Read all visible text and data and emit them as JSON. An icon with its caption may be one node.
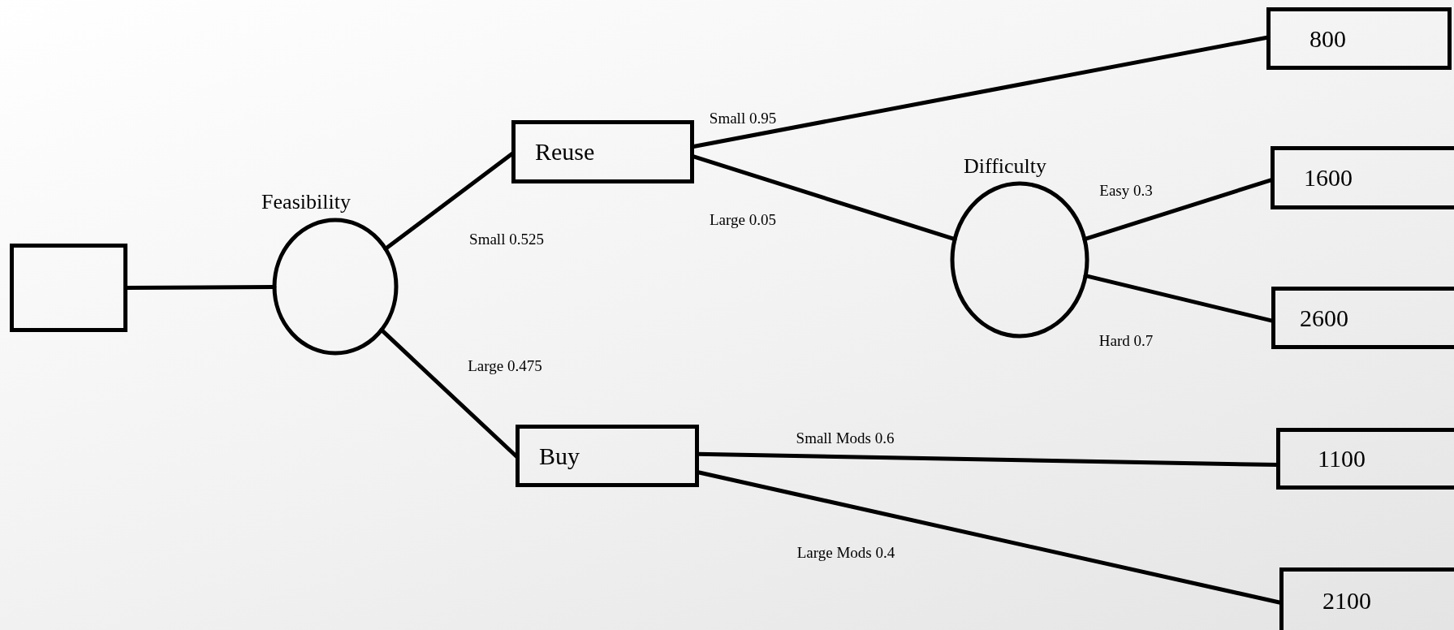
{
  "diagram": {
    "nodes": [
      {
        "text": [],
        "shape": "box"
      },
      {
        "text": [
          "Feasibility"
        ]
      },
      {
        "text": [
          "Reuse"
        ]
      },
      {
        "text": [
          "800"
        ]
      },
      {
        "text": [
          "Difficulty"
        ]
      },
      {
        "text": [
          "1600"
        ]
      },
      {
        "text": [
          "2600"
        ]
      },
      {
        "text": [
          "Buy"
        ]
      },
      {
        "text": [
          "1100"
        ]
      },
      {
        "text": [
          "2100"
        ]
      }
    ],
    "edges": [
      {
        "from": 0,
        "to": 1,
        "arrow": "none"
      },
      {
        "from": 1,
        "to": 2,
        "arrow": "none",
        "label": "Small 0.525"
      },
      {
        "from": 1,
        "to": 7,
        "arrow": "none",
        "label": "Large 0.475"
      },
      {
        "from": 2,
        "to": 3,
        "arrow": "none",
        "label": "Small 0.95"
      },
      {
        "from": 2,
        "to": 4,
        "arrow": "none",
        "label": "Large 0.05"
      },
      {
        "from": 4,
        "to": 5,
        "arrow": "none",
        "label": "Easy 0.3"
      },
      {
        "from": 4,
        "to": 6,
        "arrow": "none",
        "label": "Hard 0.7"
      },
      {
        "from": 7,
        "to": 8,
        "arrow": "none",
        "label": "Small Mods 0.6"
      },
      {
        "from": 7,
        "to": 9,
        "arrow": "none",
        "label": "Large Mods 0.4"
      }
    ]
  }
}
